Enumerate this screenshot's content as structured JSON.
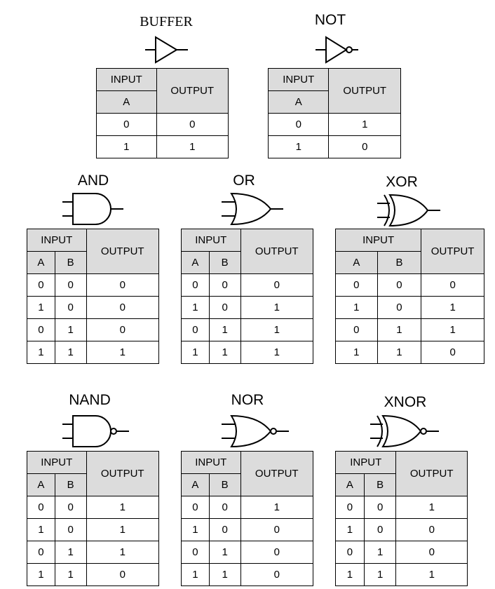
{
  "header_input": "INPUT",
  "header_output": "OUTPUT",
  "header_a": "A",
  "header_b": "B",
  "gates": [
    {
      "id": "buffer",
      "name": "BUFFER",
      "inputs": 1,
      "rows": [
        {
          "a": "0",
          "out": "0"
        },
        {
          "a": "1",
          "out": "1"
        }
      ]
    },
    {
      "id": "not",
      "name": "NOT",
      "inputs": 1,
      "rows": [
        {
          "a": "0",
          "out": "1"
        },
        {
          "a": "1",
          "out": "0"
        }
      ]
    },
    {
      "id": "and",
      "name": "AND",
      "inputs": 2,
      "rows": [
        {
          "a": "0",
          "b": "0",
          "out": "0"
        },
        {
          "a": "1",
          "b": "0",
          "out": "0"
        },
        {
          "a": "0",
          "b": "1",
          "out": "0"
        },
        {
          "a": "1",
          "b": "1",
          "out": "1"
        }
      ]
    },
    {
      "id": "or",
      "name": "OR",
      "inputs": 2,
      "rows": [
        {
          "a": "0",
          "b": "0",
          "out": "0"
        },
        {
          "a": "1",
          "b": "0",
          "out": "1"
        },
        {
          "a": "0",
          "b": "1",
          "out": "1"
        },
        {
          "a": "1",
          "b": "1",
          "out": "1"
        }
      ]
    },
    {
      "id": "xor",
      "name": "XOR",
      "inputs": 2,
      "rows": [
        {
          "a": "0",
          "b": "0",
          "out": "0"
        },
        {
          "a": "1",
          "b": "0",
          "out": "1"
        },
        {
          "a": "0",
          "b": "1",
          "out": "1"
        },
        {
          "a": "1",
          "b": "1",
          "out": "0"
        }
      ]
    },
    {
      "id": "nand",
      "name": "NAND",
      "inputs": 2,
      "rows": [
        {
          "a": "0",
          "b": "0",
          "out": "1"
        },
        {
          "a": "1",
          "b": "0",
          "out": "1"
        },
        {
          "a": "0",
          "b": "1",
          "out": "1"
        },
        {
          "a": "1",
          "b": "1",
          "out": "0"
        }
      ]
    },
    {
      "id": "nor",
      "name": "NOR",
      "inputs": 2,
      "rows": [
        {
          "a": "0",
          "b": "0",
          "out": "1"
        },
        {
          "a": "1",
          "b": "0",
          "out": "0"
        },
        {
          "a": "0",
          "b": "1",
          "out": "0"
        },
        {
          "a": "1",
          "b": "1",
          "out": "0"
        }
      ]
    },
    {
      "id": "xnor",
      "name": "XNOR",
      "inputs": 2,
      "rows": [
        {
          "a": "0",
          "b": "0",
          "out": "1"
        },
        {
          "a": "1",
          "b": "0",
          "out": "0"
        },
        {
          "a": "0",
          "b": "1",
          "out": "0"
        },
        {
          "a": "1",
          "b": "1",
          "out": "1"
        }
      ]
    }
  ]
}
